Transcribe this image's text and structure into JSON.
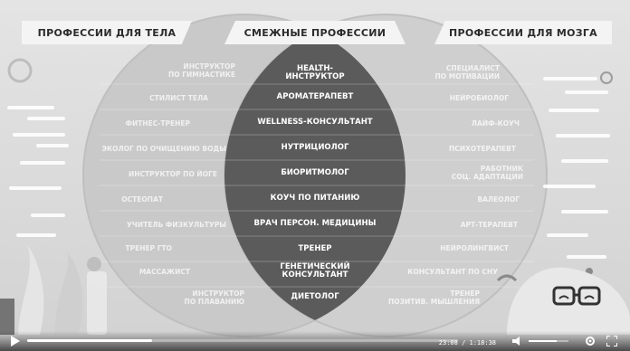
{
  "headers": {
    "left": "ПРОФЕССИИ ДЛЯ ТЕЛА",
    "center": "СМЕЖНЫЕ ПРОФЕССИИ",
    "right": "ПРОФЕССИИ ДЛЯ МОЗГА"
  },
  "center_items": [
    "HEALTH-\nИНСТРУКТОР",
    "АРОМАТЕРАПЕВТ",
    "WELLNESS-КОНСУЛЬТАНТ",
    "НУТРИЦИОЛОГ",
    "БИОРИТМОЛОГ",
    "КОУЧ ПО ПИТАНИЮ",
    "ВРАЧ ПЕРСОН. МЕДИЦИНЫ",
    "ТРЕНЕР",
    "ГЕНЕТИЧЕСКИЙ\nКОНСУЛЬТАНТ",
    "ДИЕТОЛОГ"
  ],
  "left_items": [
    "ИНСТРУКТОР\nПО ГИМНАСТИКЕ",
    "СТИЛИСТ ТЕЛА",
    "ФИТНЕС-ТРЕНЕР",
    "ЭКОЛОГ ПО ОЧИЩЕНИЮ ВОДЫ",
    "ИНСТРУКТОР ПО ЙОГЕ",
    "ОСТЕОПАТ",
    "УЧИТЕЛЬ ФИЗКУЛЬТУРЫ",
    "ТРЕНЕР ГТО",
    "МАССАЖИСТ",
    "ИНСТРУКТОР\nПО ПЛАВАНИЮ"
  ],
  "right_items": [
    "СПЕЦИАЛИСТ\nПО МОТИВАЦИИ",
    "НЕЙРОБИОЛОГ",
    "ЛАЙФ-КОУЧ",
    "ПСИХОТЕРАПЕВТ",
    "РАБОТНИК\nСОЦ. АДАПТАЦИИ",
    "ВАЛЕОЛОГ",
    "АРТ-ТЕРАПЕВТ",
    "НЕЙРОЛИНГВИСТ",
    "КОНСУЛЬТАНТ ПО СНУ",
    "ТРЕНЕР\nПОЗИТИВ. МЫШЛЕНИЯ"
  ],
  "player": {
    "time": "23:08 / 1:18:38",
    "progress": 0.29,
    "volume": 0.7,
    "icons": {
      "play": "play-icon",
      "volume": "volume-icon",
      "settings": "gear-icon",
      "fullscreen": "fullscreen-icon"
    }
  },
  "colors": {
    "center_band": "#5a5a5a",
    "header_bg": "#f4f4f4",
    "header_text": "#2b2b2b",
    "text": "#ffffff",
    "background": "#d8d8d8"
  }
}
